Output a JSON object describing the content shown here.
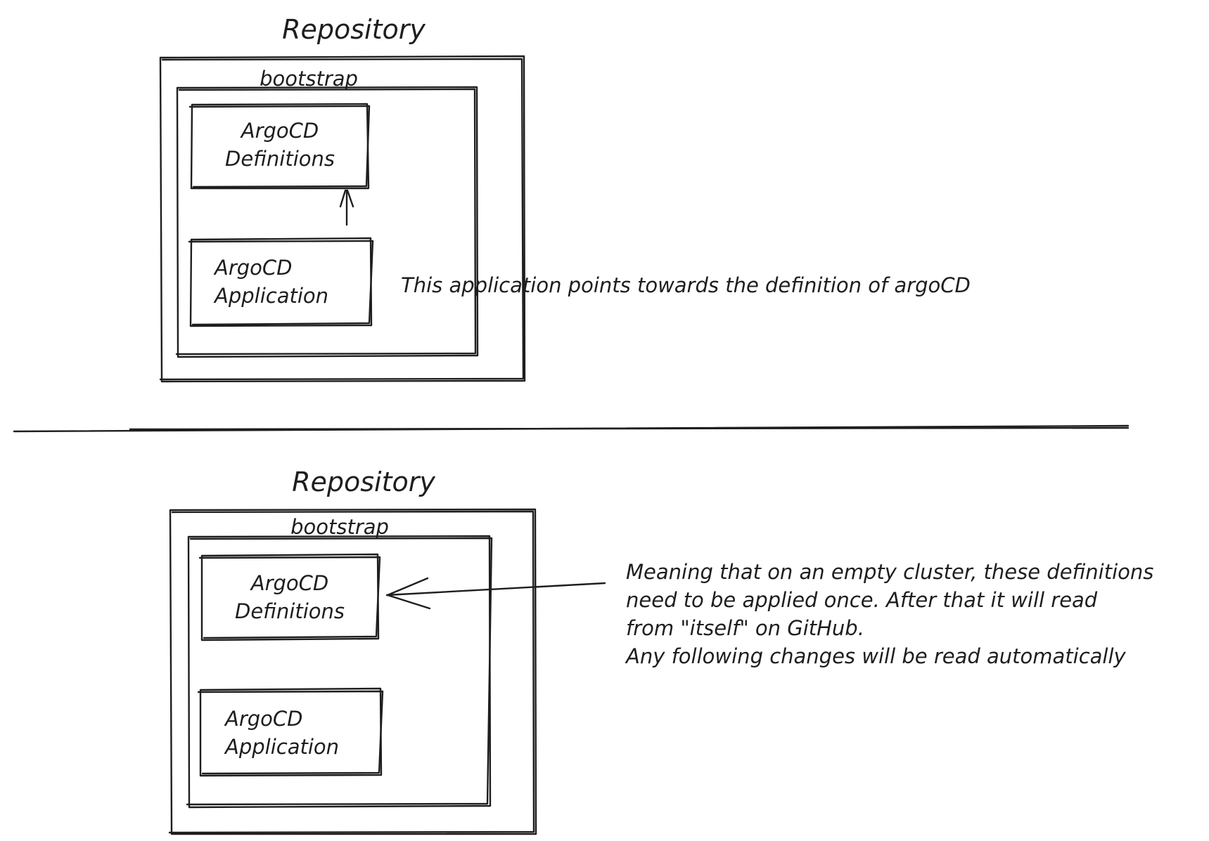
{
  "top": {
    "repo_title": "Repository",
    "bootstrap_label": "bootstrap",
    "definitions_box": [
      "ArgoCD",
      "Definitions"
    ],
    "application_box": [
      "ArgoCD",
      "Application"
    ],
    "note": "This application points towards the definition of argoCD"
  },
  "bottom": {
    "repo_title": "Repository",
    "bootstrap_label": "bootstrap",
    "definitions_box": [
      "ArgoCD",
      "Definitions"
    ],
    "application_box": [
      "ArgoCD",
      "Application"
    ],
    "note_lines": [
      "Meaning that on an empty cluster, these definitions",
      "need to be applied once. After that it will read",
      "from \"itself\" on GitHub.",
      "Any following changes will be read automatically"
    ]
  }
}
